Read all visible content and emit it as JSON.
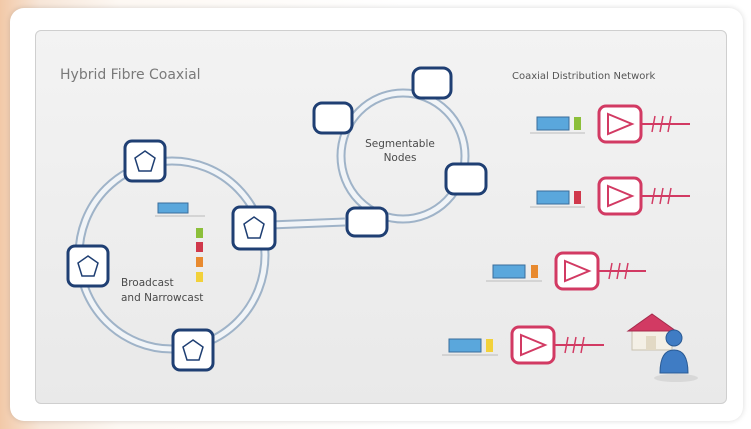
{
  "title": "Hybrid Fibre Coaxial",
  "coax_header": "Coaxial Distribution Network",
  "segmentable_label": [
    "Segmentable",
    "Nodes"
  ],
  "broadcast_label": [
    "Broadcast",
    "and Narrowcast"
  ],
  "colors": {
    "node_border": "#1f3f73",
    "ring": "#9fb3c8",
    "amplifier": "#d23a63",
    "modem_blue": "#5aa7dc",
    "led_green": "#8cbf3a",
    "led_red": "#d0384b",
    "led_orange": "#e88a2f",
    "led_yellow": "#f2d13a"
  },
  "icons": [
    "pentagon-icon",
    "amplifier-icon",
    "house-icon",
    "user-icon",
    "modem-icon"
  ]
}
